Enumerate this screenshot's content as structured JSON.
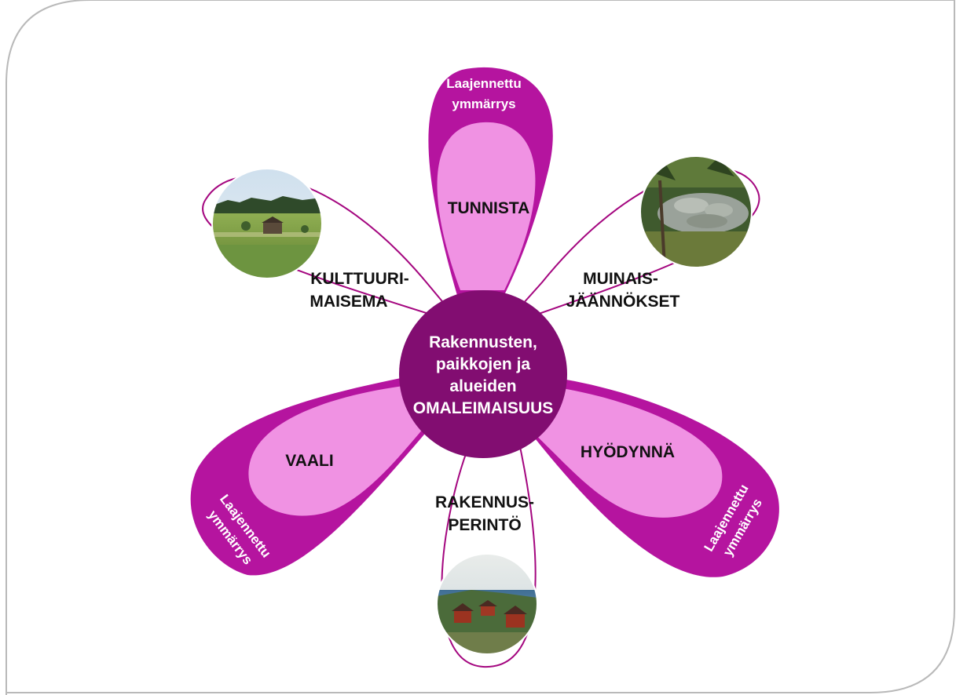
{
  "colors": {
    "outer_petal": "#b5149f",
    "inner_petal": "#f092e3",
    "center": "#820d71",
    "outline": "#a4067f",
    "frame": "#b9b9b9"
  },
  "center": {
    "lines": [
      "Rakennusten,",
      "paikkojen ja",
      "alueiden",
      "OMALEIMAISUUS"
    ]
  },
  "petals": {
    "top": {
      "outer_label": [
        "Laajennettu",
        "ymmärrys"
      ],
      "inner_label": "TUNNISTA"
    },
    "lower_left": {
      "outer_label": [
        "Laajennettu",
        "ymmärrys"
      ],
      "inner_label": "VAALI"
    },
    "lower_right": {
      "outer_label": [
        "Laajennettu",
        "ymmärrys"
      ],
      "inner_label": "HYÖDYNNÄ"
    },
    "upper_left": {
      "label": [
        "KULTTUURI-",
        "MAISEMA"
      ],
      "photo": "landscape-photo"
    },
    "upper_right": {
      "label": [
        "MUINAIS-",
        "JÄÄNNÖKSET"
      ],
      "photo": "stone-cairn-photo"
    },
    "bottom": {
      "label": [
        "RAKENNUS-",
        "PERINTÖ"
      ],
      "photo": "red-cottages-photo"
    }
  }
}
